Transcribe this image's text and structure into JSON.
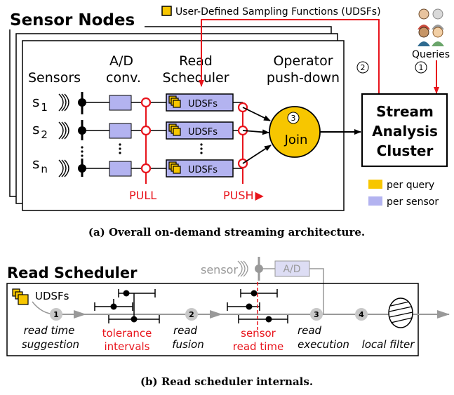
{
  "part_a": {
    "title": "Sensor Nodes",
    "udsf_legend": "User-Defined Sampling Functions (UDSFs)",
    "col_sensors": "Sensors",
    "col_ad_1": "A/D",
    "col_ad_2": "conv.",
    "col_read_1": "Read",
    "col_read_2": "Scheduler",
    "col_op_1": "Operator",
    "col_op_2": "push-down",
    "sensors": [
      {
        "base": "s",
        "sub": "1"
      },
      {
        "base": "s",
        "sub": "2"
      },
      {
        "base": "s",
        "sub": "n"
      }
    ],
    "udsf_label": "UDSFs",
    "pull_label": "PULL",
    "push_label": "PUSH",
    "push_arrow": "▶",
    "join_step": "3",
    "join_label": "Join",
    "step_1": "1",
    "step_2": "2",
    "queries_label": "Queries",
    "cluster_lines": [
      "Stream",
      "Analysis",
      "Cluster"
    ],
    "legend_query": "per query",
    "legend_sensor": "per sensor",
    "caption": "(a) Overall on-demand streaming architecture."
  },
  "part_b": {
    "title": "Read Scheduler",
    "sensor_label": "sensor",
    "ad_label": "A/D",
    "udsfs_label": "UDSFs",
    "steps": [
      {
        "num": "1",
        "lines": [
          "read time",
          "suggestion"
        ]
      },
      {
        "num": "2",
        "lines": [
          "read",
          "fusion"
        ]
      },
      {
        "num": "3",
        "lines": [
          "read",
          "execution"
        ]
      },
      {
        "num": "4",
        "lines": [
          "local filter"
        ]
      }
    ],
    "tolerance_lines": [
      "tolerance",
      "intervals"
    ],
    "sensor_read_lines": [
      "sensor",
      "read time"
    ],
    "caption": "(b) Read scheduler internals."
  },
  "colors": {
    "accent_red": "#e8141c",
    "per_query": "#f7c600",
    "per_sensor": "#b3b3f0",
    "gray": "#999999"
  }
}
